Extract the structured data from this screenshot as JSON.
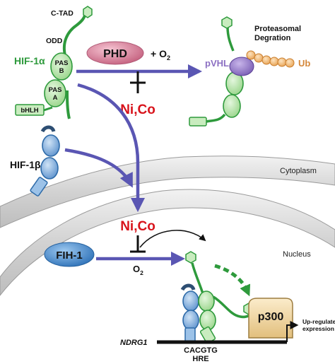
{
  "labels": {
    "ctad": "C-TAD",
    "odd": "ODD",
    "hif1a": "HIF-1α",
    "pas_b_1": "PAS",
    "pas_b_2": "B",
    "pas_a_1": "PAS",
    "pas_a_2": "A",
    "bhlh": "bHLH",
    "phd": "PHD",
    "plus_o2": "+ O",
    "o2_sub": "2",
    "proteasomal_1": "Proteasomal",
    "proteasomal_2": "Degration",
    "pvhl": "pVHL",
    "ub": "Ub",
    "nico_top": "Ni,Co",
    "hif1b": "HIF-1β",
    "cytoplasm": "Cytoplasm",
    "nico_mid": "Ni,Co",
    "fih1": "FIH-1",
    "nucleus": "Nucleus",
    "o2_low": "O",
    "o2_low_sub": "2",
    "p300": "p300",
    "upreg_1": "Up-regulated",
    "upreg_2": "expression",
    "ndrg1": "NDRG1",
    "cacgtg": "CACGTG",
    "hre": "HRE"
  },
  "colors": {
    "green_dark": "#2e9a3c",
    "green_fill": "#b9e6ad",
    "blue_arrow": "#5a56b3",
    "red_text": "#d8141c",
    "phd_fill": "#d8849d",
    "fih_fill": "#4a8fd0",
    "pvhl_fill": "#8b6fc2",
    "ub_fill": "#f2b36b",
    "ub_text": "#d4873a",
    "hif1b_fill": "#6a9fd4",
    "p300_fill": "#f1d8a4",
    "membrane_fill": "#dcdcdc"
  },
  "icons": [
    "hexagon-domain-icon",
    "inhibition-tbar-icon",
    "transcription-start-arrow-icon"
  ]
}
